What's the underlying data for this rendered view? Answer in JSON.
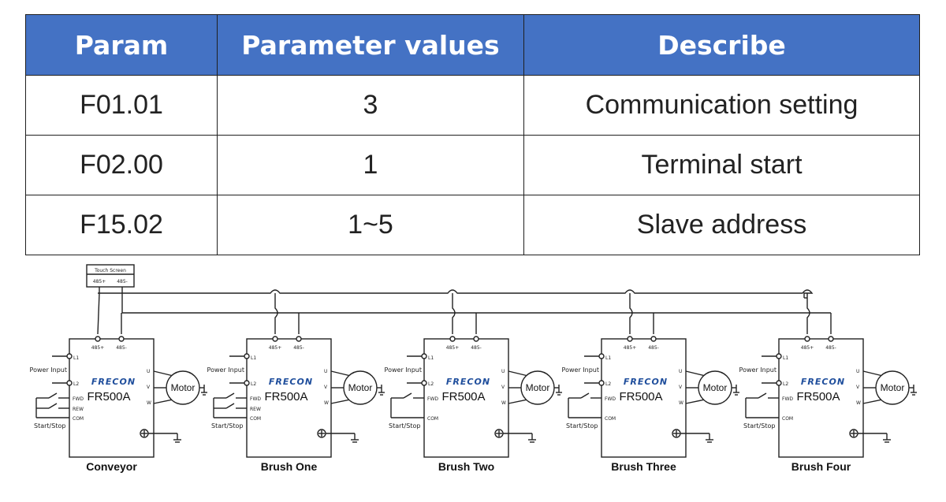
{
  "table": {
    "headers": [
      "Param",
      "Parameter values",
      "Describe"
    ],
    "rows": [
      [
        "F01.01",
        "3",
        "Communication setting"
      ],
      [
        "F02.00",
        "1",
        "Terminal start"
      ],
      [
        "F15.02",
        "1~5",
        "Slave address"
      ]
    ]
  },
  "colors": {
    "header_bg": "#4472c4",
    "header_text": "#ffffff",
    "brand": "#1f4e9c"
  },
  "diagram": {
    "touch_screen": {
      "label": "Touch Screen",
      "t1": "485+",
      "t2": "485-"
    },
    "inverters": [
      {
        "name": "Conveyor",
        "brand": "FRECON",
        "model": "FR500A",
        "rev": true,
        "t485p": "485+",
        "t485m": "485-",
        "l1": "L1",
        "l2": "L2",
        "power": "Power Input",
        "fwd": "FWD",
        "rev_label": "REW",
        "com": "COM",
        "startstop": "Start/Stop",
        "u": "U",
        "v": "V",
        "w": "W",
        "motor": "Motor"
      },
      {
        "name": "Brush One",
        "brand": "FRECON",
        "model": "FR500A",
        "rev": true,
        "t485p": "485+",
        "t485m": "485-",
        "l1": "L1",
        "l2": "L2",
        "power": "Power Input",
        "fwd": "FWD",
        "rev_label": "REW",
        "com": "COM",
        "startstop": "Start/Stop",
        "u": "U",
        "v": "V",
        "w": "W",
        "motor": "Motor"
      },
      {
        "name": "Brush Two",
        "brand": "FRECON",
        "model": "FR500A",
        "rev": false,
        "t485p": "485+",
        "t485m": "485-",
        "l1": "L1",
        "l2": "L2",
        "power": "Power Input",
        "fwd": "FWD",
        "rev_label": "",
        "com": "COM",
        "startstop": "Start/Stop",
        "u": "U",
        "v": "V",
        "w": "W",
        "motor": "Motor"
      },
      {
        "name": "Brush Three",
        "brand": "FRECON",
        "model": "FR500A",
        "rev": false,
        "t485p": "485+",
        "t485m": "485-",
        "l1": "L1",
        "l2": "L2",
        "power": "Power Input",
        "fwd": "FWD",
        "rev_label": "",
        "com": "COM",
        "startstop": "Start/Stop",
        "u": "U",
        "v": "V",
        "w": "W",
        "motor": "Motor"
      },
      {
        "name": "Brush Four",
        "brand": "FRECON",
        "model": "FR500A",
        "rev": false,
        "t485p": "485+",
        "t485m": "485-",
        "l1": "L1",
        "l2": "L2",
        "power": "Power Input",
        "fwd": "FWD",
        "rev_label": "",
        "com": "COM",
        "startstop": "Start/Stop",
        "u": "U",
        "v": "V",
        "w": "W",
        "motor": "Motor"
      }
    ]
  }
}
